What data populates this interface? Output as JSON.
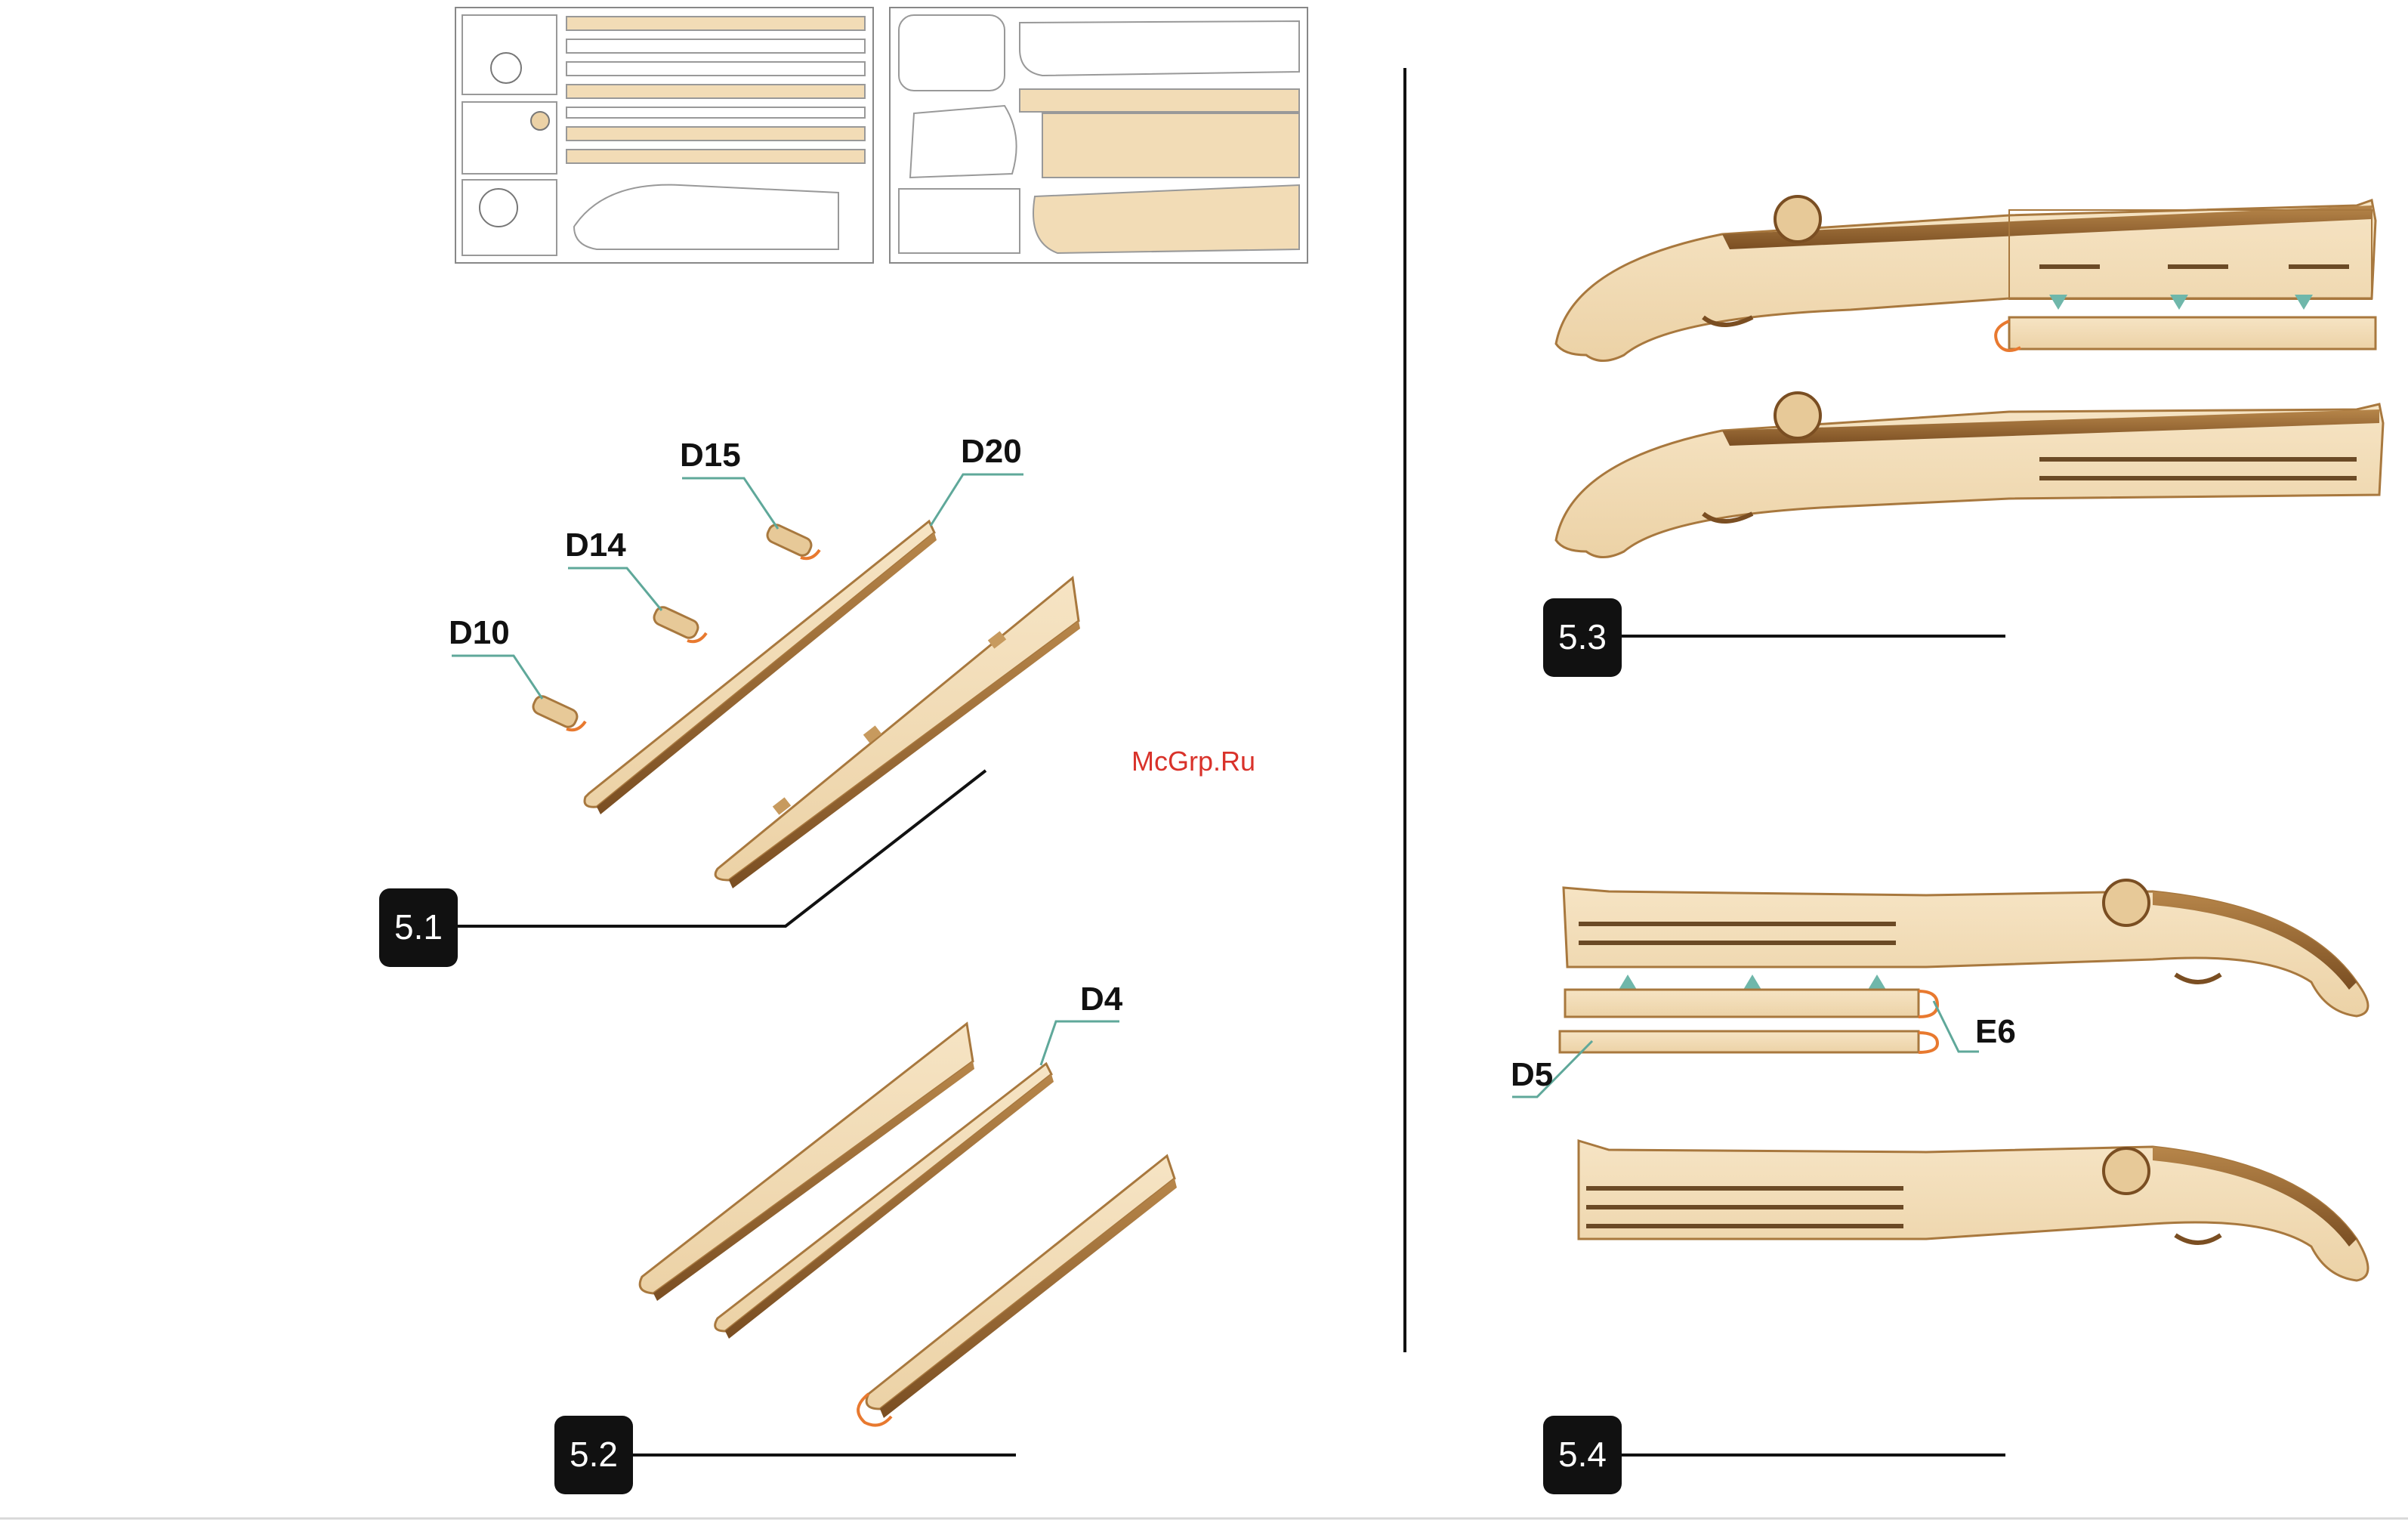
{
  "watermark": "McGrp.Ru",
  "colors": {
    "wood_light": "#f2dcb6",
    "wood_edge": "#a8783e",
    "wood_dark": "#7a4e22",
    "callout": "#5fa89a",
    "highlight": "#e8792f",
    "arrow": "#6fb7aa",
    "badge": "#111111",
    "watermark": "#d9322a"
  },
  "steps": [
    {
      "label": "5.1"
    },
    {
      "label": "5.2"
    },
    {
      "label": "5.3"
    },
    {
      "label": "5.4"
    }
  ],
  "parts": {
    "d10": "D10",
    "d14": "D14",
    "d15": "D15",
    "d20": "D20",
    "d4": "D4",
    "d5": "D5",
    "e6": "E6"
  }
}
